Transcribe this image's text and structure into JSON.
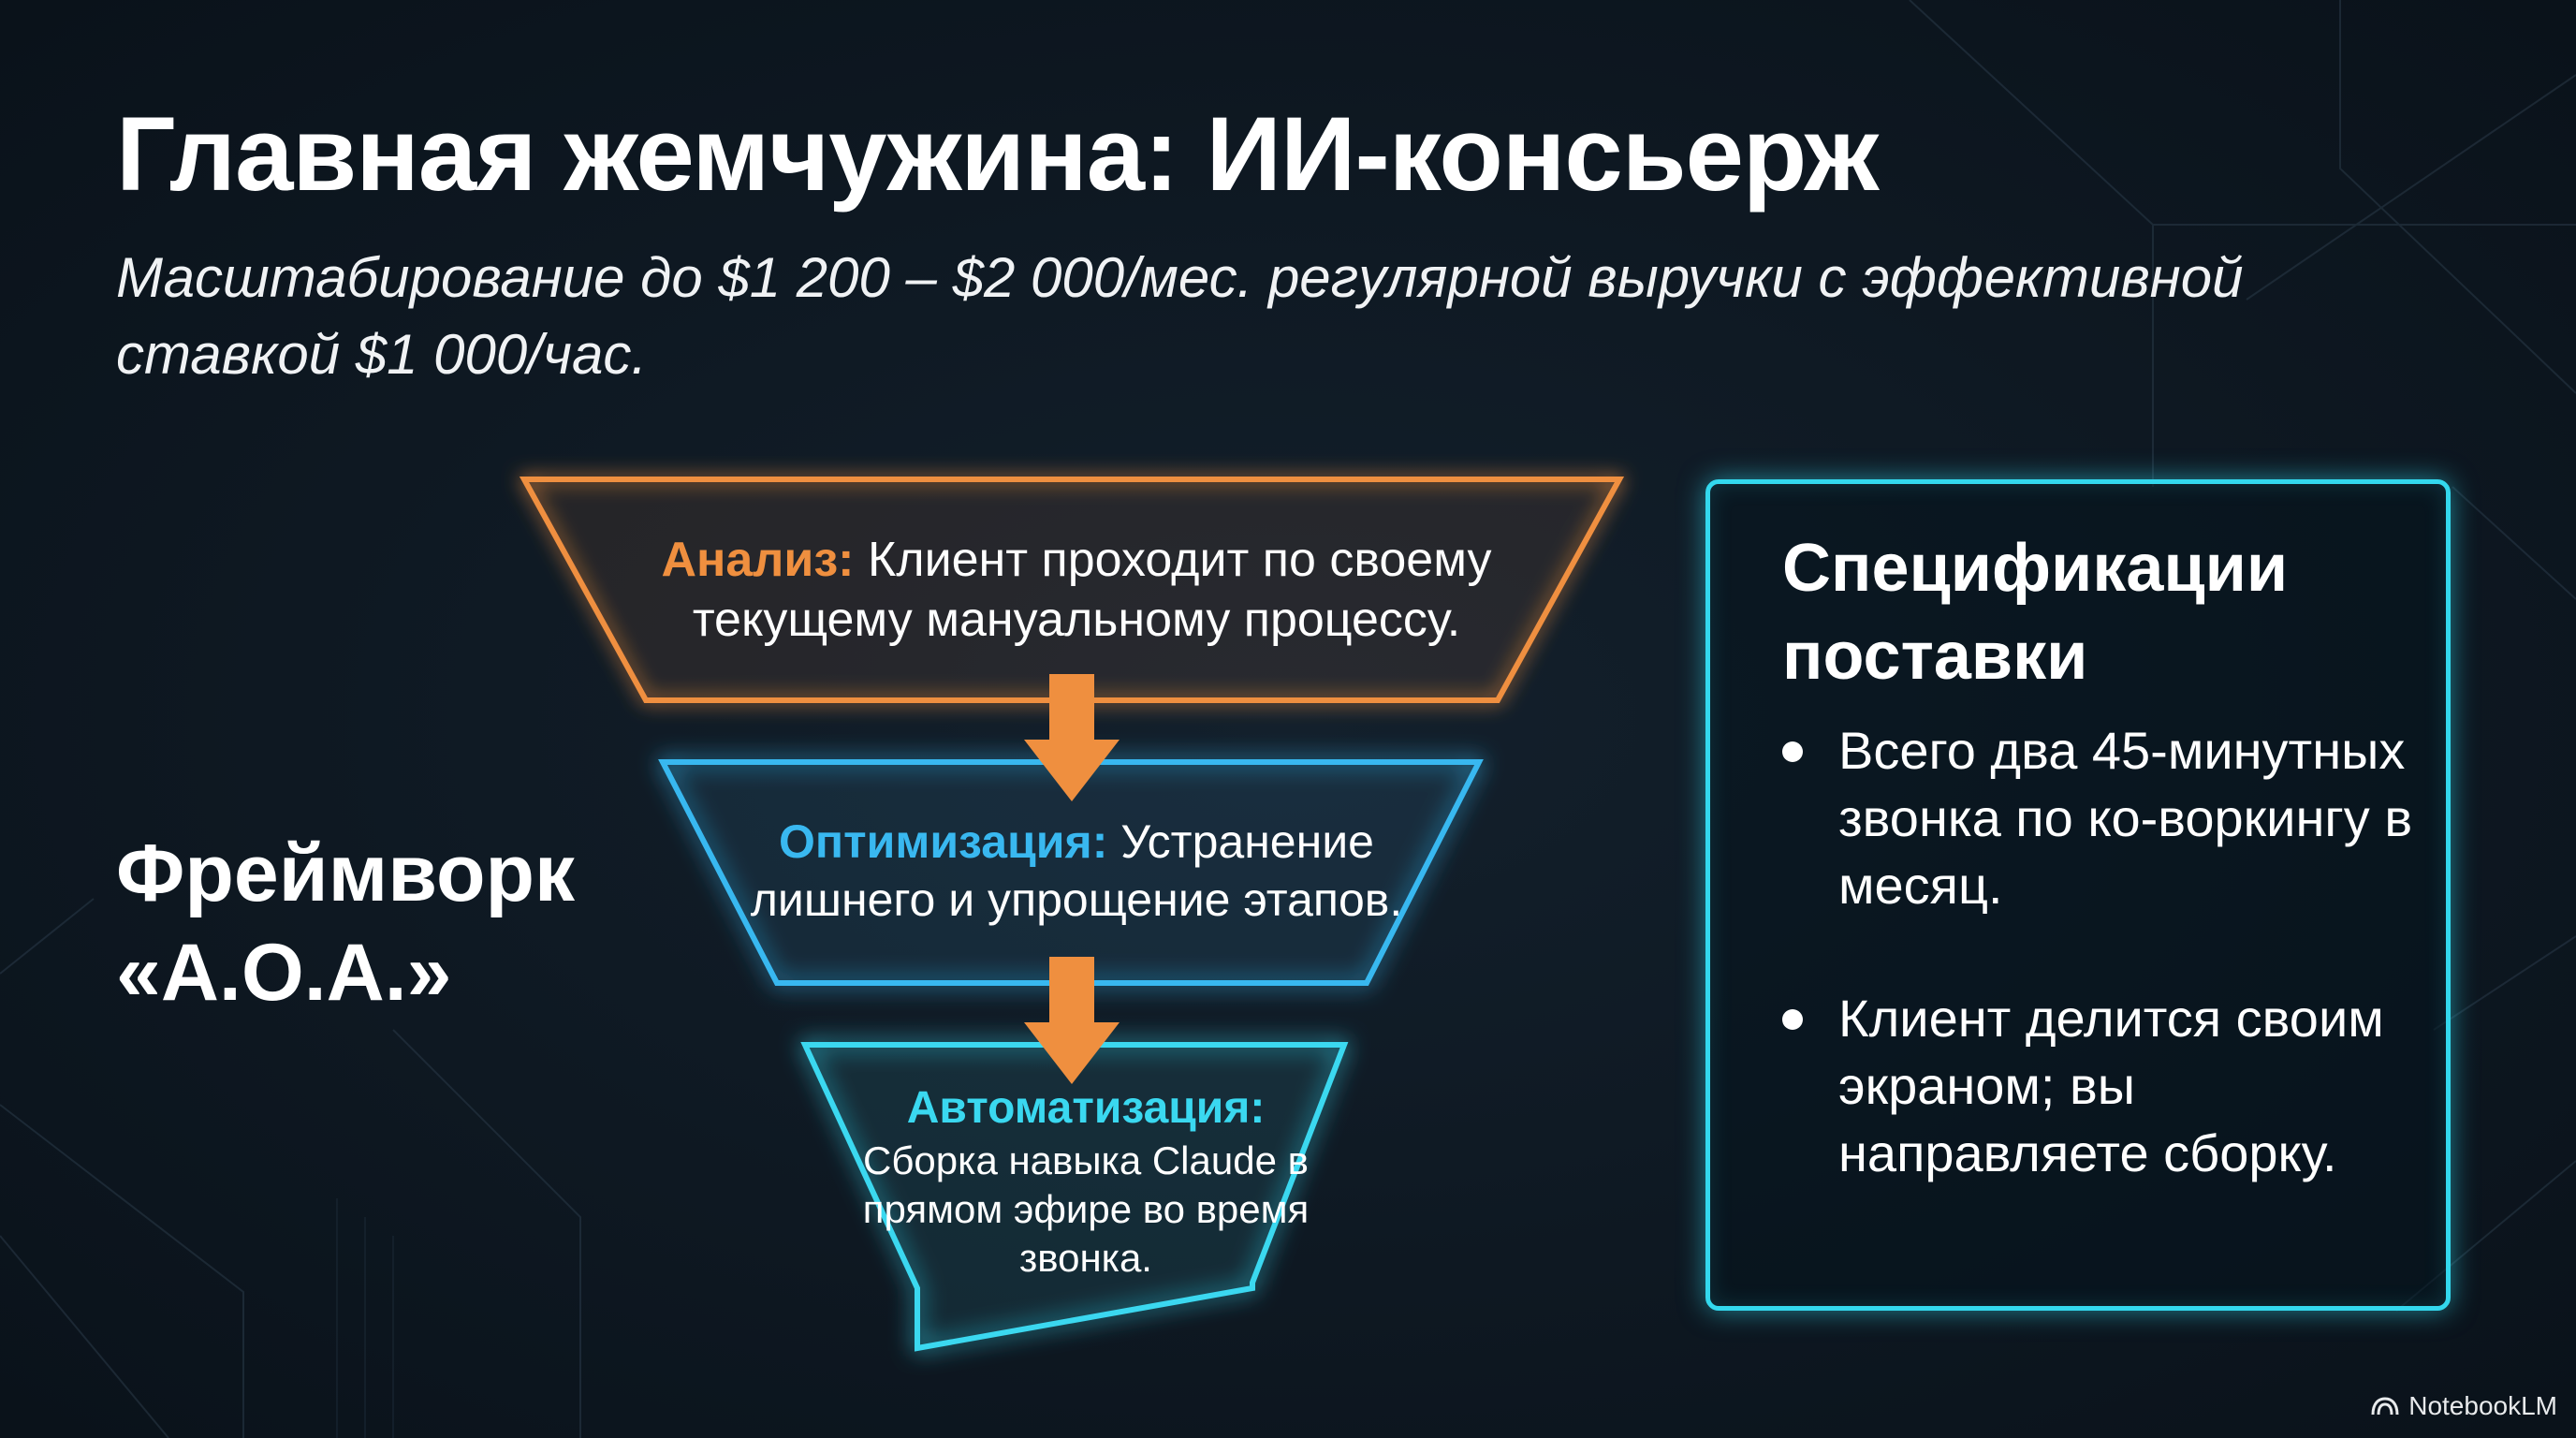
{
  "title": "Главная жемчужина: ИИ-консьерж",
  "subtitle": "Масштабирование до $1 200 – $2 000/мес. регулярной выручки с эффективной ставкой $1 000/час.",
  "framework": {
    "line1": "Фреймворк",
    "line2": "«А.О.А.»"
  },
  "funnel": {
    "steps": [
      {
        "head": "Анализ:",
        "text": "Клиент проходит по своему текущему мануальному процессу.",
        "color": "#ef8f3f"
      },
      {
        "head": "Оптимизация:",
        "text": "Устранение лишнего и упрощение этапов.",
        "color": "#39b8f0"
      },
      {
        "head": "Автоматизация:",
        "text": "Сборка навыка Claude в прямом эфире во время звонка.",
        "color": "#3ad8f0"
      }
    ],
    "arrow_color": "#ef8f3f"
  },
  "spec": {
    "title": "Спецификации поставки",
    "items": [
      "Всего два 45-минутных звонка по ко-воркингу в месяц.",
      "Клиент делится своим экраном; вы направляете сборку."
    ],
    "border_color": "#33d8ee"
  },
  "brand": {
    "label": "NotebookLM",
    "icon": "notebooklm-logo-icon"
  }
}
